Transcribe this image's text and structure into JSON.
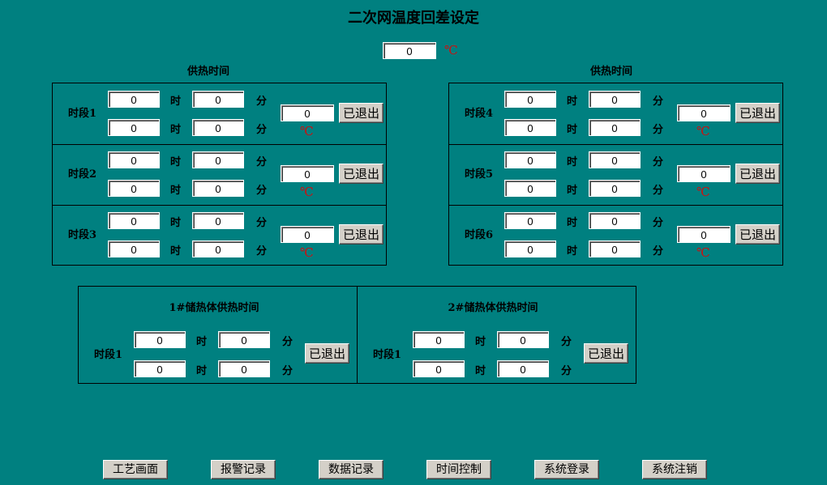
{
  "title": "二次网温度回差设定",
  "top_value": "0",
  "unit": "℃",
  "hour_label": "时",
  "minute_label": "分",
  "exit_label": "已退出",
  "left_group": {
    "header": "供热时间",
    "periods": [
      {
        "name": "时段1",
        "start_h": "0",
        "start_m": "0",
        "end_h": "0",
        "end_m": "0",
        "temp": "0"
      },
      {
        "name": "时段2",
        "start_h": "0",
        "start_m": "0",
        "end_h": "0",
        "end_m": "0",
        "temp": "0"
      },
      {
        "name": "时段3",
        "start_h": "0",
        "start_m": "0",
        "end_h": "0",
        "end_m": "0",
        "temp": "0"
      }
    ]
  },
  "right_group": {
    "header": "供热时间",
    "periods": [
      {
        "name": "时段4",
        "start_h": "0",
        "start_m": "0",
        "end_h": "0",
        "end_m": "0",
        "temp": "0"
      },
      {
        "name": "时段5",
        "start_h": "0",
        "start_m": "0",
        "end_h": "0",
        "end_m": "0",
        "temp": "0"
      },
      {
        "name": "时段6",
        "start_h": "0",
        "start_m": "0",
        "end_h": "0",
        "end_m": "0",
        "temp": "0"
      }
    ]
  },
  "storage": [
    {
      "header": "1#储热体供热时间",
      "period": "时段1",
      "start_h": "0",
      "start_m": "0",
      "end_h": "0",
      "end_m": "0"
    },
    {
      "header": "2#储热体供热时间",
      "period": "时段1",
      "start_h": "0",
      "start_m": "0",
      "end_h": "0",
      "end_m": "0"
    }
  ],
  "nav": [
    "工艺画面",
    "报警记录",
    "数据记录",
    "时间控制",
    "系统登录",
    "系统注销"
  ]
}
